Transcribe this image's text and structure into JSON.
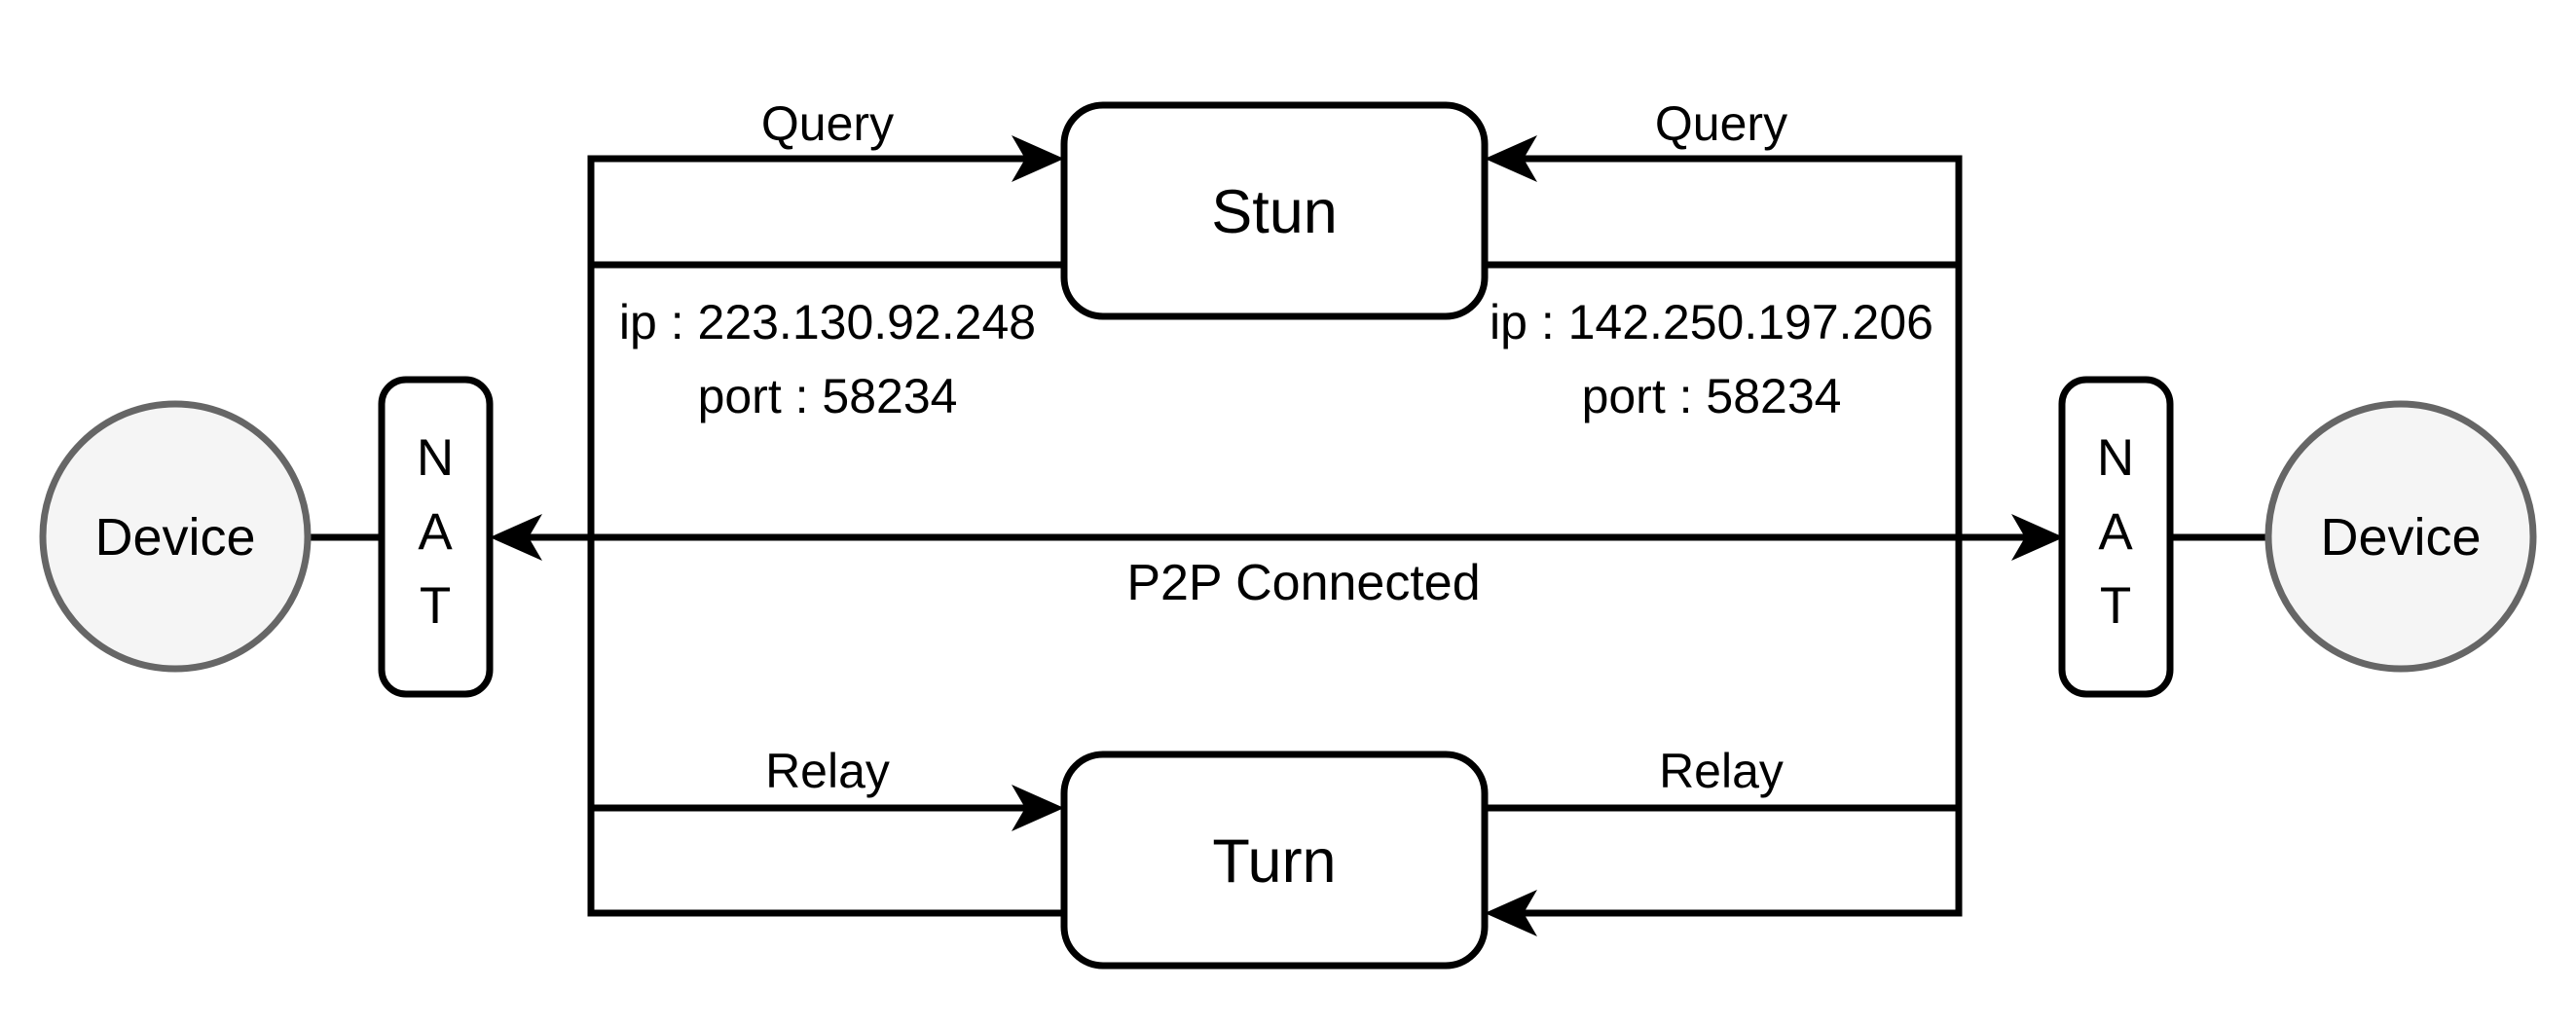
{
  "colors": {
    "line": "#000000",
    "node_fill": "#ffffff",
    "device_fill": "#f5f5f5",
    "device_stroke": "#666666",
    "text": "#000000",
    "bg": "#ffffff"
  },
  "nodes": {
    "stun": {
      "label": "Stun"
    },
    "turn": {
      "label": "Turn"
    },
    "device_left": {
      "label": "Device"
    },
    "device_right": {
      "label": "Device"
    },
    "nat_left": {
      "l1": "N",
      "l2": "A",
      "l3": "T"
    },
    "nat_right": {
      "l1": "N",
      "l2": "A",
      "l3": "T"
    }
  },
  "edges": {
    "query_left": {
      "label": "Query"
    },
    "query_right": {
      "label": "Query"
    },
    "relay_left": {
      "label": "Relay"
    },
    "relay_right": {
      "label": "Relay"
    },
    "p2p": {
      "label": "P2P Connected"
    },
    "stun_response_left": {
      "ip": "ip : 223.130.92.248",
      "port": "port : 58234"
    },
    "stun_response_right": {
      "ip": "ip : 142.250.197.206",
      "port": "port : 58234"
    }
  }
}
